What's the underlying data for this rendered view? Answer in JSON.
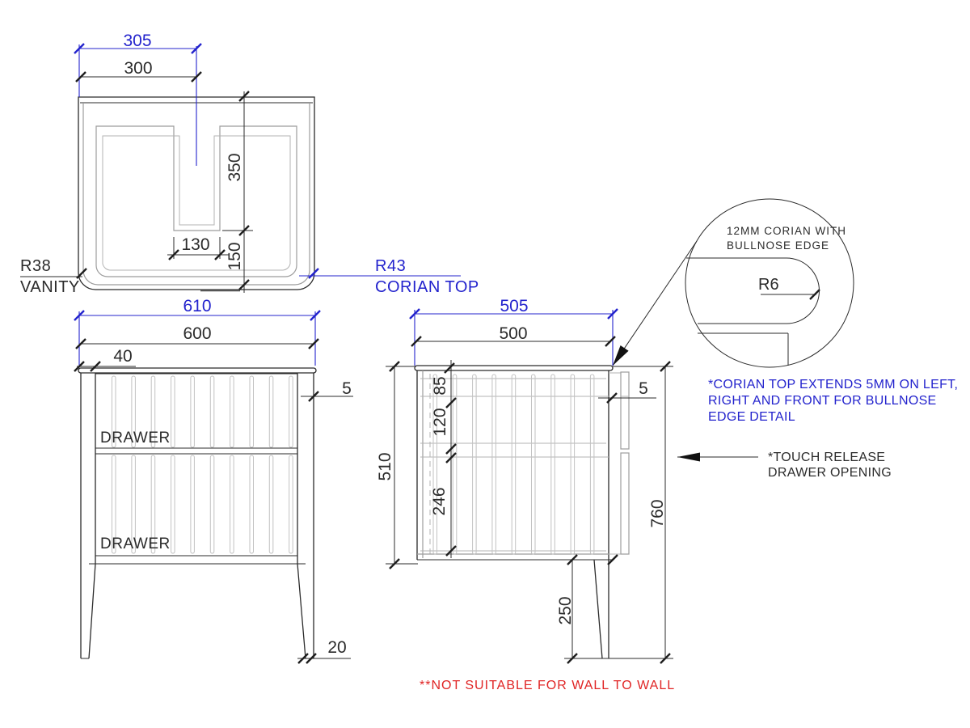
{
  "colors": {
    "line": "#2b2b2b",
    "secondary": "#9c9c9c",
    "blue": "#2323cd",
    "red": "#e02424"
  },
  "plan_view": {
    "dim_top_overall": "305",
    "dim_top_inner": "300",
    "dim_basin_depth": "350",
    "dim_cutout_width": "130",
    "dim_front_depth": "150",
    "radius_vanity": "R38",
    "label_vanity": "VANITY",
    "radius_top": "R43",
    "label_top": "CORIAN TOP"
  },
  "front_view": {
    "dim_top_overall": "610",
    "dim_cabinet_width": "600",
    "dim_side_panel": "40",
    "dim_top_overhang": "5",
    "drawer_upper": "DRAWER",
    "drawer_lower": "DRAWER",
    "dim_leg_foot": "20"
  },
  "side_view": {
    "dim_top_overall": "505",
    "dim_cabinet_depth": "500",
    "dim_drawer_gap1": "85",
    "dim_drawer_gap2": "120",
    "dim_drawer_gap3": "246",
    "dim_cabinet_height": "510",
    "dim_top_overhang": "5",
    "dim_total_height": "760",
    "dim_leg_height": "250"
  },
  "detail": {
    "note_line1": "12MM CORIAN WITH",
    "note_line2": "BULLNOSE EDGE",
    "radius": "R6"
  },
  "notes": {
    "corian_line1": "*CORIAN TOP EXTENDS 5MM ON LEFT,",
    "corian_line2": "RIGHT AND FRONT FOR BULLNOSE",
    "corian_line3": "EDGE DETAIL",
    "touch_line1": "*TOUCH RELEASE",
    "touch_line2": "DRAWER OPENING",
    "warning": "**NOT SUITABLE FOR WALL TO WALL"
  }
}
